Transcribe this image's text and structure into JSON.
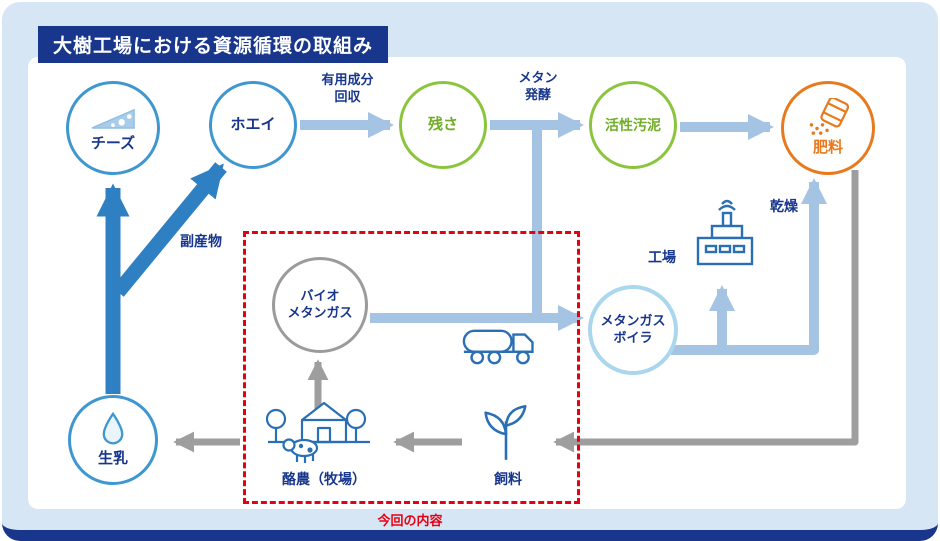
{
  "title": "大樹工場における資源循環の取組み",
  "nodes": {
    "cheese": {
      "label": "チーズ"
    },
    "whey": {
      "label": "ホエイ"
    },
    "residue": {
      "label": "残さ"
    },
    "activated_sludge": {
      "label": "活性汚泥"
    },
    "fertilizer": {
      "label": "肥料"
    },
    "raw_milk": {
      "label": "生乳"
    },
    "bio_methane_gas": {
      "label": "バイオ\nメタンガス"
    },
    "methane_gas_boiler": {
      "label": "メタンガス\nボイラ"
    }
  },
  "flow_labels": {
    "useful_component_recovery": "有用成分\n回収",
    "methane_fermentation": "メタン\n発酵",
    "byproduct": "副産物",
    "drying": "乾燥"
  },
  "captions": {
    "factory": "工場",
    "dairy_farm": "酪農（牧場）",
    "feed": "飼料",
    "highlight": "今回の内容"
  },
  "icons": {
    "cheese": "cheese-wedge-icon",
    "fertilizer": "fertilizer-bag-icon",
    "raw_milk": "milk-drop-icon",
    "truck": "tank-truck-icon",
    "dairy_farm": "farm-barn-cow-icon",
    "feed": "seedling-icon",
    "factory": "factory-building-icon"
  },
  "colors": {
    "card_background": "#d7e6f4",
    "panel_background": "#ffffff",
    "navy": "#17368c",
    "blue_node": "#3f97d0",
    "green_node": "#8bc53e",
    "green_text": "#70ad28",
    "orange_node": "#e87a1e",
    "gray_node": "#9b9b9b",
    "boiler_node": "#aad6ee",
    "icon_blue": "#2a6fb5",
    "icon_light_blue": "#a9cde9",
    "flow_dark_blue": "#2f80c3",
    "flow_light_blue": "#a5c4e4",
    "flow_gray": "#9e9e9e",
    "highlight_red": "#e60012"
  }
}
